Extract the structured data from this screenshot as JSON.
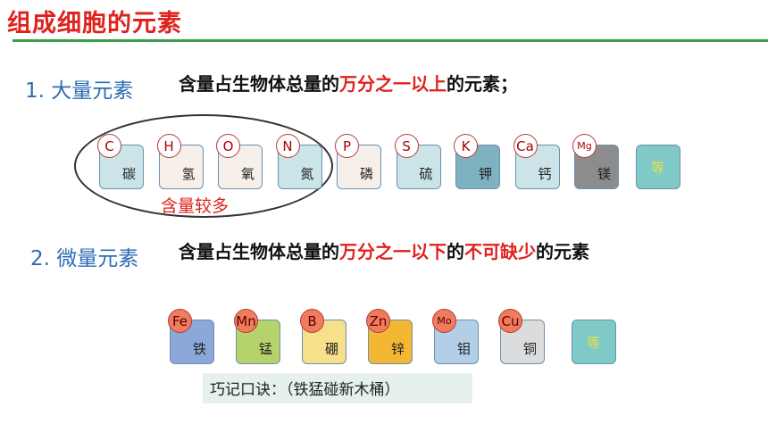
{
  "title": "组成细胞的元素",
  "macro": {
    "heading": "1. 大量元素",
    "desc_parts": [
      "含量占生物体总量的",
      "万分之一以上",
      "的元素；"
    ],
    "elements": [
      {
        "symbol": "C",
        "name": "碳",
        "color": "#cbe4e8"
      },
      {
        "symbol": "H",
        "name": "氢",
        "color": "#f6efea"
      },
      {
        "symbol": "O",
        "name": "氧",
        "color": "#f6efea"
      },
      {
        "symbol": "N",
        "name": "氮",
        "color": "#cbe4e8"
      },
      {
        "symbol": "P",
        "name": "磷",
        "color": "#f6efea"
      },
      {
        "symbol": "S",
        "name": "硫",
        "color": "#cbe4e8"
      },
      {
        "symbol": "K",
        "name": "钾",
        "color": "#7fb2c0"
      },
      {
        "symbol": "Ca",
        "name": "钙",
        "color": "#cbe4e8"
      },
      {
        "symbol": "Mg",
        "name": "镁",
        "color": "#8c8c8c"
      }
    ],
    "etc": "等",
    "etc_color": "#7fc9c6",
    "more_label": "含量较多"
  },
  "micro": {
    "heading": "2. 微量元素",
    "desc_parts": [
      "含量占生物体总量的",
      "万分之一以下",
      "的",
      "不可缺少",
      "的元素"
    ],
    "elements": [
      {
        "symbol": "Fe",
        "name": "铁",
        "color": "#8aa8d8"
      },
      {
        "symbol": "Mn",
        "name": "锰",
        "color": "#b6d26a"
      },
      {
        "symbol": "B",
        "name": "硼",
        "color": "#f7e08a"
      },
      {
        "symbol": "Zn",
        "name": "锌",
        "color": "#f3b733"
      },
      {
        "symbol": "Mo",
        "name": "钼",
        "color": "#b3cfe8"
      },
      {
        "symbol": "Cu",
        "name": "铜",
        "color": "#dcdcdc"
      }
    ],
    "etc": "等",
    "etc_color": "#7fc9c6",
    "mnemonic": "巧记口诀：（铁猛碰新木桶）"
  }
}
